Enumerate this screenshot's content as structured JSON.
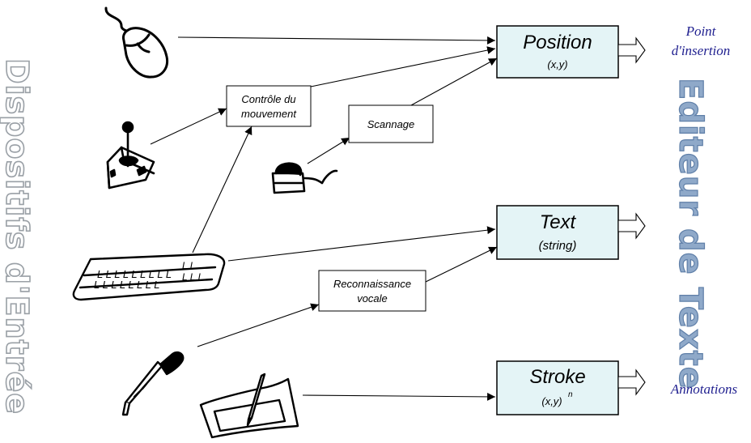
{
  "left_title": "Dispositifs d'Entrée",
  "right_title": "Editeur de Texte",
  "outputs": [
    {
      "title": "Position",
      "sub": "(x,y)",
      "right_label": [
        "Point",
        "d'insertion"
      ]
    },
    {
      "title": "Text",
      "sub": "(string)",
      "right_label": []
    },
    {
      "title": "Stroke",
      "sub": "(x,y)",
      "sup": "n",
      "right_label": [
        "Annotations"
      ]
    }
  ],
  "intermediates": {
    "motion": [
      "Contrôle du",
      "mouvement"
    ],
    "scan": [
      "Scannage"
    ],
    "voice": [
      "Reconnaissance",
      "vocale"
    ]
  },
  "devices": [
    "mouse-icon",
    "joystick-icon",
    "scanner-icon",
    "keyboard-icon",
    "microphone-icon",
    "tablet-pen-icon"
  ],
  "colors": {
    "output_box_fill": "#e4f4f6",
    "right_title": "#8fa9c9",
    "label_blue": "#1f1f8f"
  }
}
